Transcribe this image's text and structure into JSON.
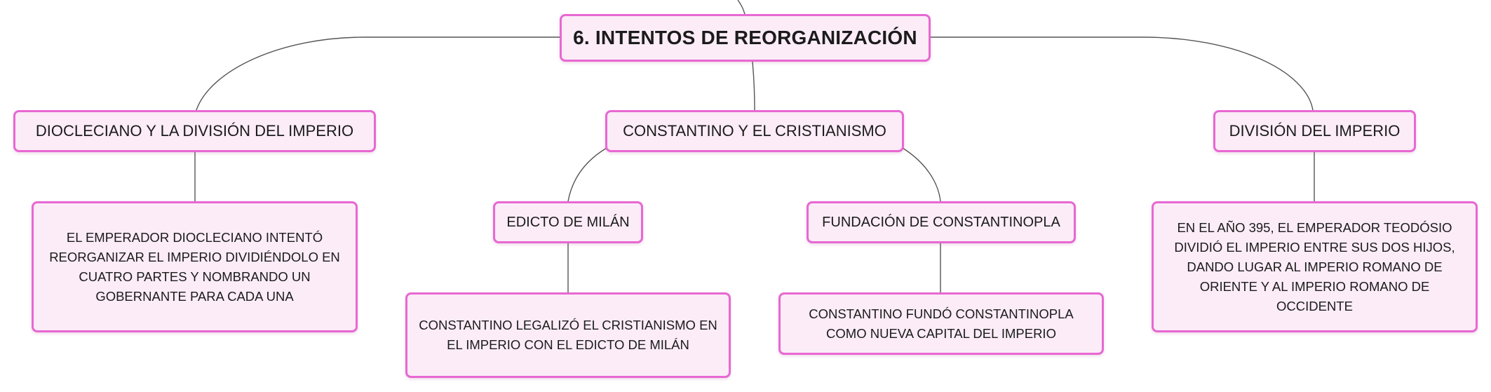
{
  "colors": {
    "node_fill": "#fbecf7",
    "node_border": "#e868d2",
    "connector": "#555555",
    "text": "#1b1b1b"
  },
  "mindmap": {
    "root": {
      "label": "6. INTENTOS DE REORGANIZACIÓN"
    },
    "branch_diocleciano": {
      "label": "DIOCLECIANO Y LA DIVISIÓN DEL IMPERIO",
      "detail": "EL EMPERADOR DIOCLECIANO INTENTÓ REORGANIZAR EL IMPERIO DIVIDIÉNDOLO EN CUATRO PARTES Y NOMBRANDO UN GOBERNANTE PARA CADA UNA"
    },
    "branch_constantino": {
      "label": "CONSTANTINO Y EL CRISTIANISMO",
      "edicto": {
        "label": "EDICTO DE MILÁN",
        "detail": "CONSTANTINO LEGALIZÓ EL CRISTIANISMO EN EL IMPERIO CON EL EDICTO DE MILÁN"
      },
      "fundacion": {
        "label": "FUNDACIÓN DE CONSTANTINOPLA",
        "detail": "CONSTANTINO FUNDÓ CONSTANTINOPLA COMO NUEVA CAPITAL DEL IMPERIO"
      }
    },
    "branch_division": {
      "label": "DIVISIÓN DEL IMPERIO",
      "detail": "EN EL AÑO 395, EL EMPERADOR TEODÓSIO DIVIDIÓ EL IMPERIO ENTRE SUS DOS HIJOS, DANDO LUGAR AL IMPERIO ROMANO DE ORIENTE Y AL IMPERIO ROMANO DE OCCIDENTE"
    }
  }
}
